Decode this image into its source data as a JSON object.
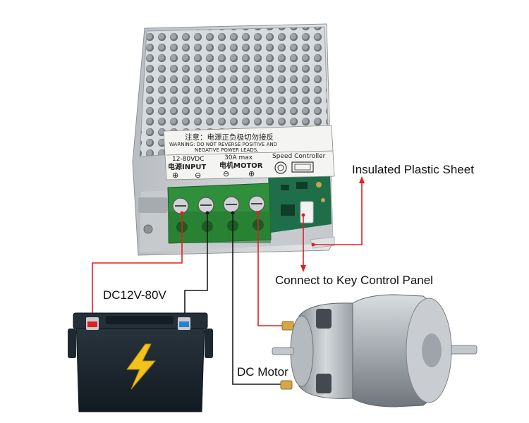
{
  "labels": {
    "insulated_sheet": "Insulated Plastic Sheet",
    "key_panel": "Connect to Key Control Panel",
    "voltage": "DC12V-80V",
    "motor": "DC Motor"
  },
  "controller": {
    "warning_cn": "注意：电源正负极切勿接反",
    "warning_en_1": "WARNING: DO NOT REVERSE POSITIVE AND",
    "warning_en_2": "NEGATIVE POWER LEADS.",
    "voltage_range": "12-80VDC",
    "current": "30A max",
    "title": "Speed Controller",
    "input_label": "电源INPUT",
    "motor_label": "电机MOTOR",
    "plus": "⊕",
    "minus": "⊖"
  },
  "colors": {
    "wire_red": "#e0201e",
    "wire_black": "#1a1a1a",
    "terminal_green": "#2f8f3a",
    "pcb_green": "#1f6e4a",
    "battery_body": "#1b2530",
    "bolt_yellow": "#f2c21b"
  },
  "icons": [
    "lightning-bolt-icon",
    "potentiometer-knob-icon",
    "display-icon"
  ]
}
